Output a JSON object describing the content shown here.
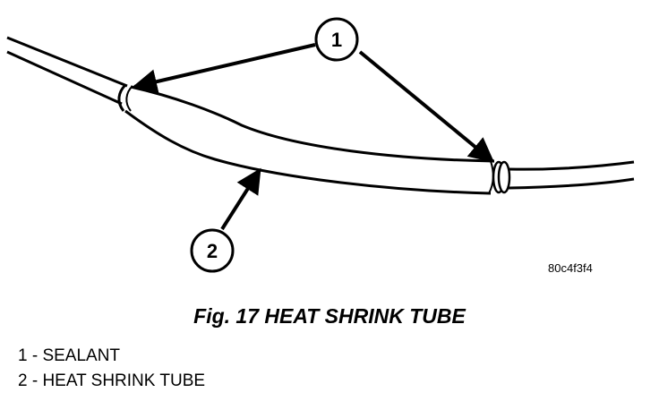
{
  "diagram": {
    "callouts": [
      {
        "number": "1"
      },
      {
        "number": "2"
      }
    ],
    "reference_code": "80c4f3f4"
  },
  "figure": {
    "caption": "Fig. 17 HEAT SHRINK TUBE"
  },
  "legend": {
    "items": [
      {
        "text": "1 - SEALANT"
      },
      {
        "text": "2 - HEAT SHRINK TUBE"
      }
    ]
  }
}
